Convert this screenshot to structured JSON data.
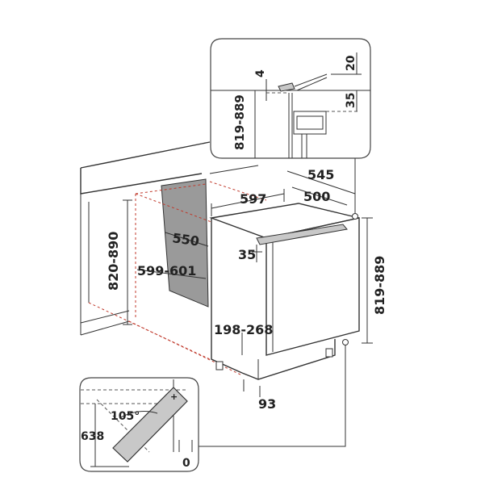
{
  "colors": {
    "line": "#333333",
    "recess_fill": "#9a9a9a",
    "door_bar_fill": "#c8c8c8",
    "hidden_edge": "#c0392b"
  },
  "dimensions": {
    "niche_height": "820-890",
    "niche_width": "599-601",
    "niche_depth": "550",
    "appliance_width": "597",
    "appliance_depth_top": "545",
    "appliance_depth_body": "500",
    "appliance_height": "819-889",
    "door_offset_top": "35",
    "plinth_height": "198-268",
    "plinth_depth": "93"
  },
  "detail_top": {
    "gap_top": "4",
    "panel_thickness": "20",
    "panel_offset": "35",
    "height_range": "819-889"
  },
  "detail_door": {
    "opening_angle": "105°",
    "door_height": "638",
    "clearance": "0"
  }
}
